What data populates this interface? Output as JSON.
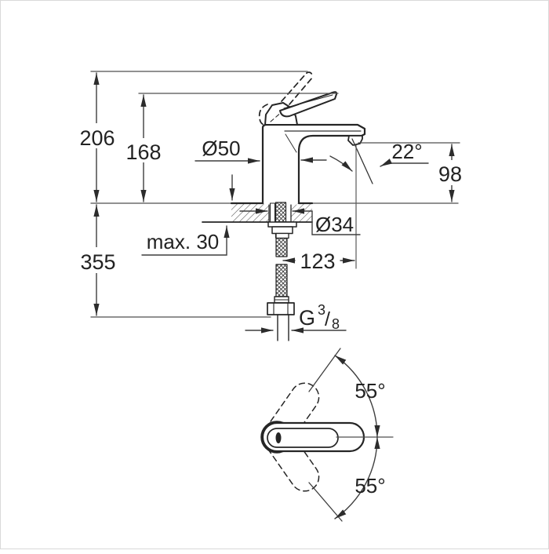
{
  "drawing": {
    "background": "#ffffff",
    "ink": "#252525",
    "dim_ink": "#3f3f3f",
    "dimensions": {
      "total_height": "206",
      "lever_height": "168",
      "body_diameter": "Ø50",
      "stream_angle": "22°",
      "spout_height": "98",
      "hose_drop": "355",
      "max_deck": "max. 30",
      "hole_diameter": "Ø34",
      "spout_reach": "123",
      "swivel_upper": "55°",
      "swivel_lower": "55°",
      "thread": {
        "prefix": "G",
        "numerator": "3",
        "slash": "/",
        "denominator": "8"
      }
    }
  }
}
